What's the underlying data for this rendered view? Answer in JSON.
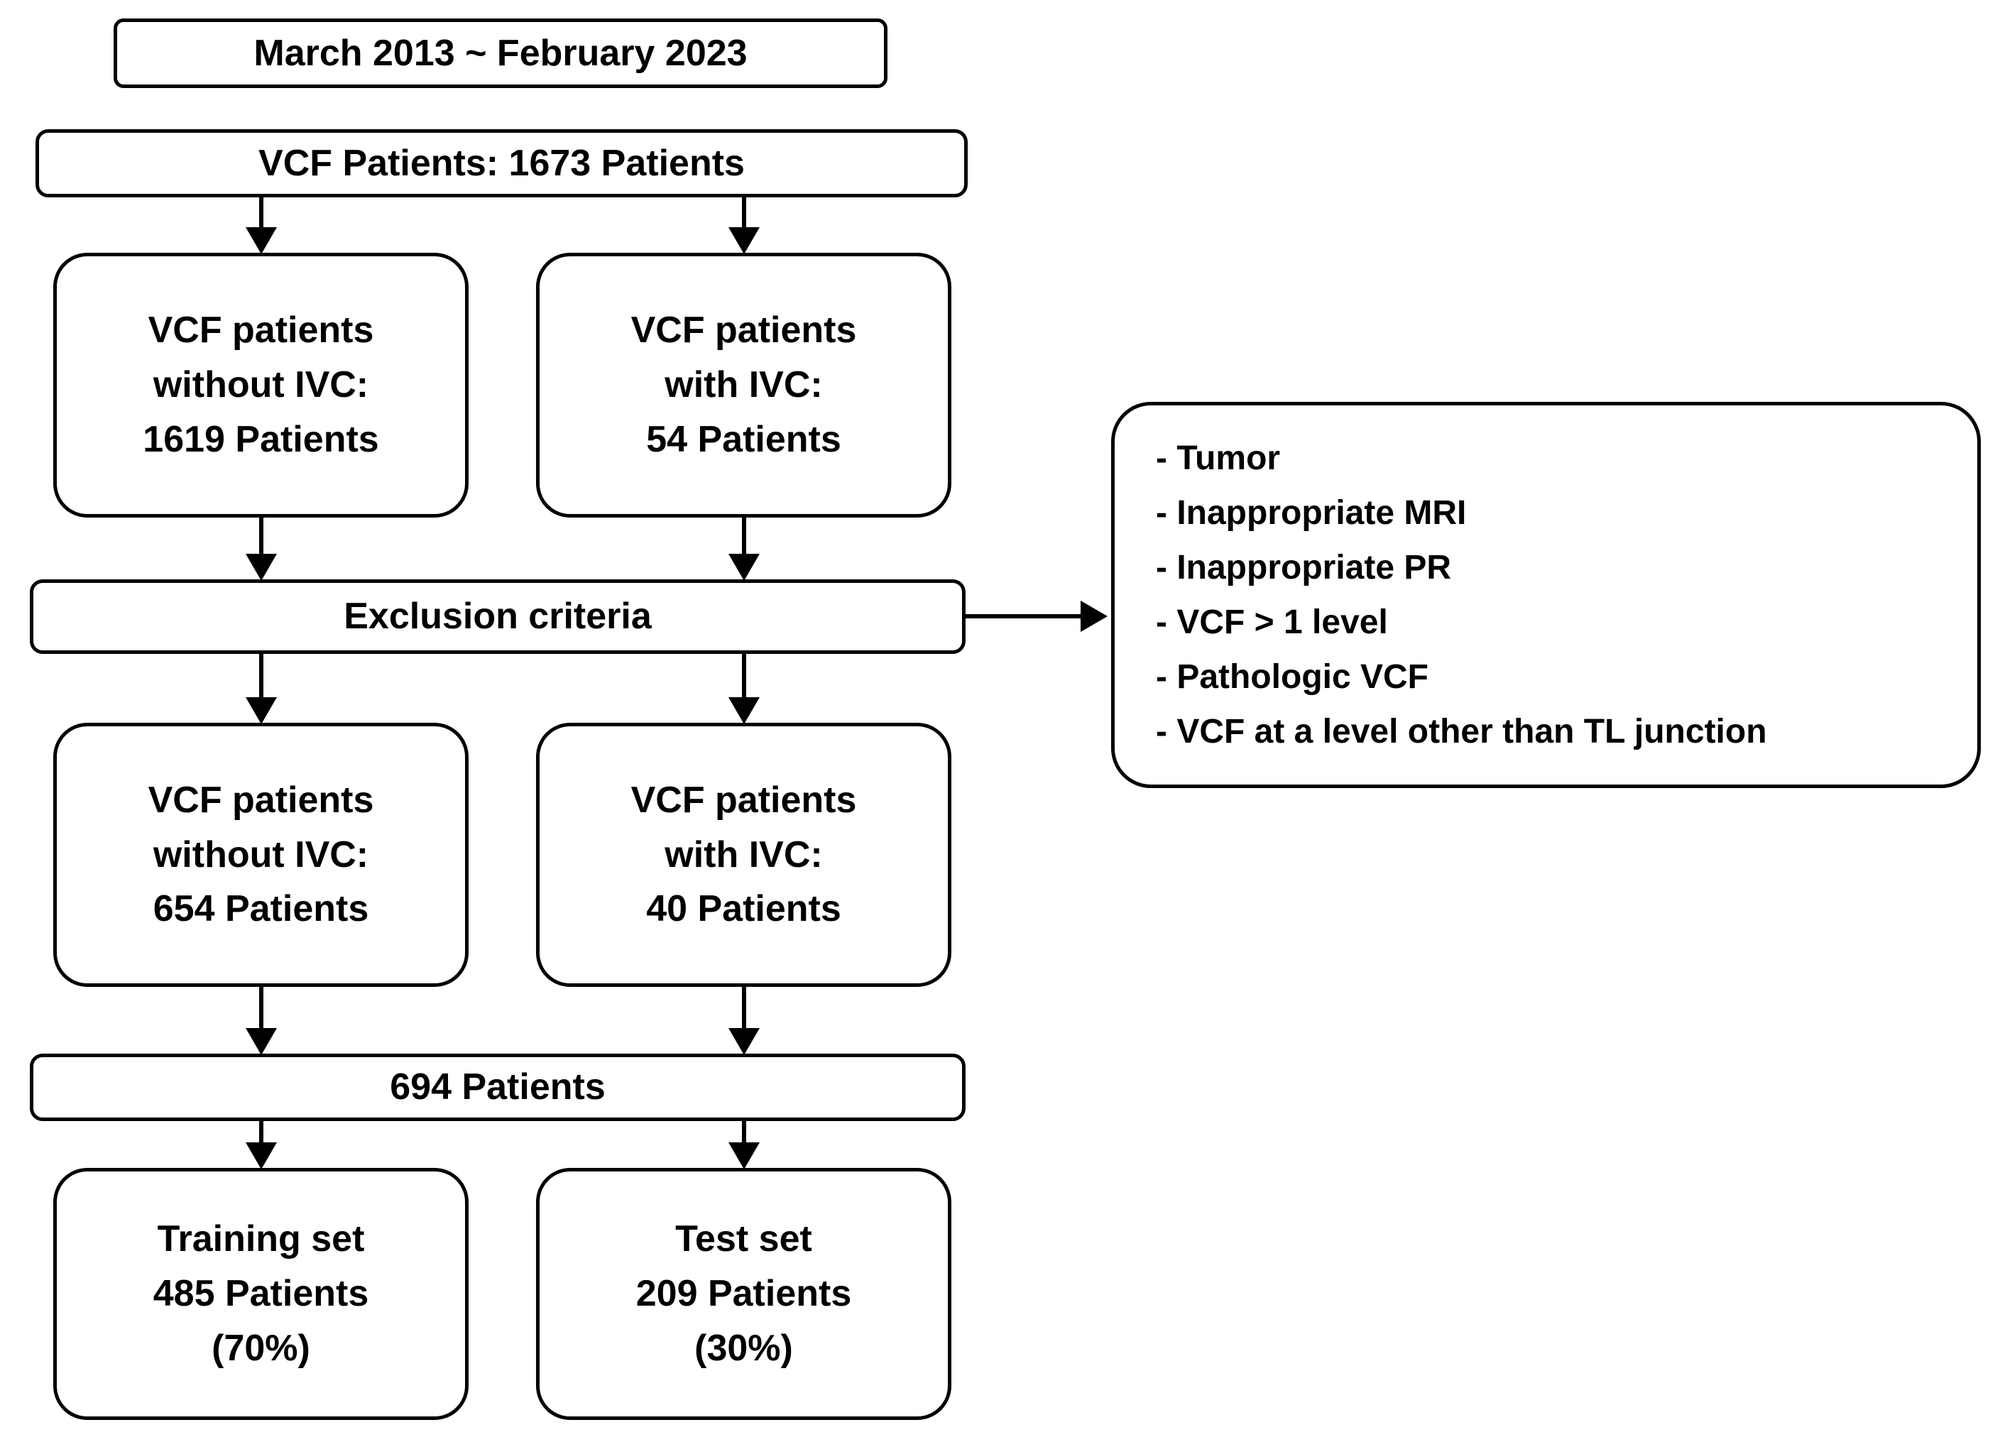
{
  "date_box": {
    "label": "March 2013 ~ February 2023"
  },
  "total_box": {
    "label": "VCF Patients: 1673 Patients"
  },
  "row1_left": {
    "lines": [
      "VCF patients",
      "without IVC:",
      "1619 Patients"
    ]
  },
  "row1_right": {
    "lines": [
      "VCF patients",
      "with IVC:",
      "54 Patients"
    ]
  },
  "exclusion_bar": {
    "label": "Exclusion criteria"
  },
  "exclusion_box": {
    "items": [
      "- Tumor",
      "- Inappropriate MRI",
      "- Inappropriate PR",
      "- VCF > 1 level",
      "- Pathologic VCF",
      "- VCF at a level other than TL junction"
    ]
  },
  "row2_left": {
    "lines": [
      "VCF patients",
      "without IVC:",
      "654 Patients"
    ]
  },
  "row2_right": {
    "lines": [
      "VCF patients",
      "with IVC:",
      "40 Patients"
    ]
  },
  "after_exclusion_bar": {
    "label": "694 Patients"
  },
  "training_box": {
    "lines": [
      "Training set",
      "485 Patients",
      "(70%)"
    ]
  },
  "test_box": {
    "lines": [
      "Test set",
      "209 Patients",
      "(30%)"
    ]
  },
  "colors": {
    "stroke": "#000000",
    "background": "#ffffff",
    "text": "#000000"
  }
}
